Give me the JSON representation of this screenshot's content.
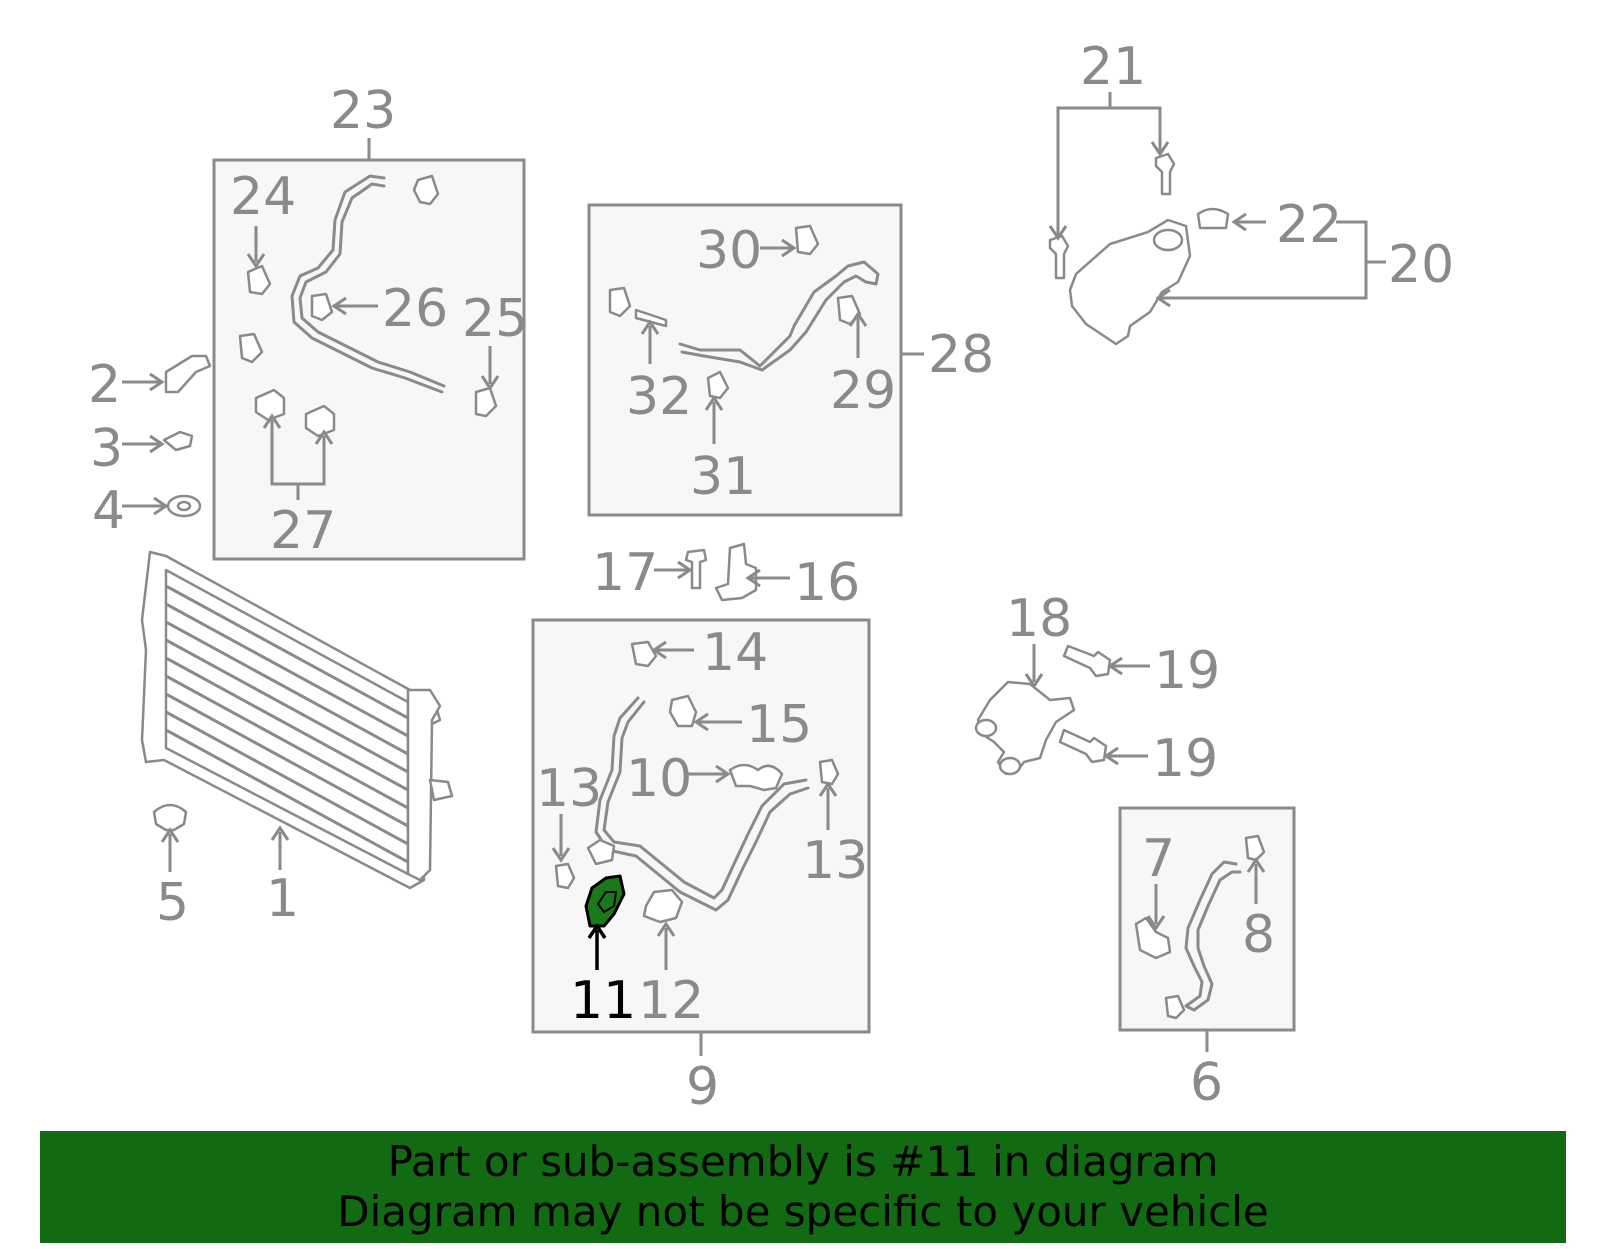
{
  "colors": {
    "line": "#8a8a8a",
    "highlight_fill": "#1a7a1a",
    "highlight_text": "#000000",
    "banner_bg": "#126b12",
    "banner_text": "#000000"
  },
  "callouts": {
    "c1": "1",
    "c2": "2",
    "c3": "3",
    "c4": "4",
    "c5": "5",
    "c6": "6",
    "c7": "7",
    "c8": "8",
    "c9": "9",
    "c10": "10",
    "c11": "11",
    "c12": "12",
    "c13a": "13",
    "c13b": "13",
    "c14": "14",
    "c15": "15",
    "c16": "16",
    "c17": "17",
    "c18": "18",
    "c19a": "19",
    "c19b": "19",
    "c20": "20",
    "c21": "21",
    "c22": "22",
    "c23": "23",
    "c24": "24",
    "c25": "25",
    "c26": "26",
    "c27": "27",
    "c28": "28",
    "c29": "29",
    "c30": "30",
    "c31": "31",
    "c32": "32"
  },
  "highlighted_part": "11",
  "banner": {
    "line1": "Part or sub-assembly is #11 in diagram",
    "line2": "Diagram may not be specific to your vehicle"
  }
}
